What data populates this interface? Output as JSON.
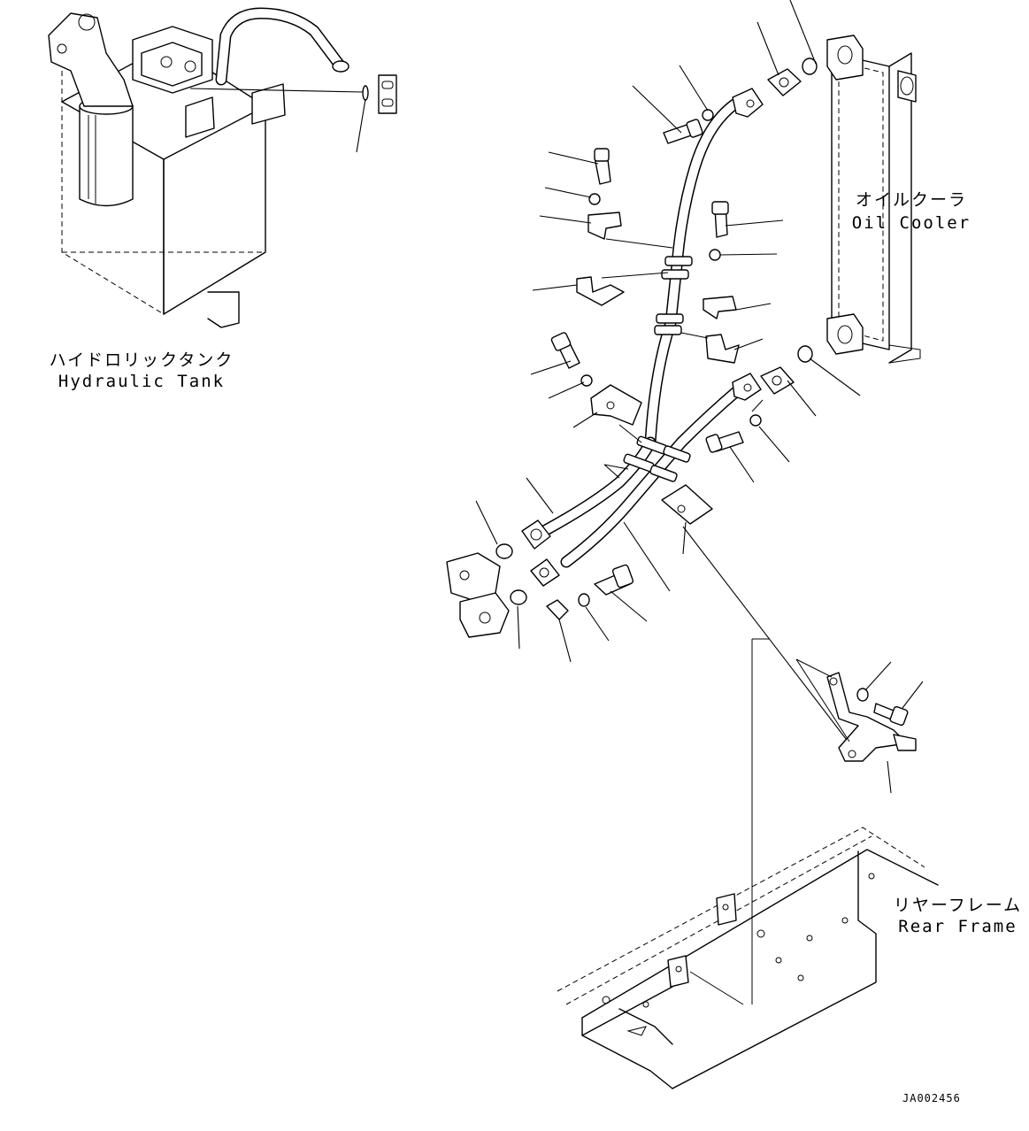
{
  "labels": {
    "hydraulic_tank_jp": "ハイドロリックタンク",
    "hydraulic_tank_en": "Hydraulic Tank",
    "oil_cooler_jp": "オイルクーラ",
    "oil_cooler_en": "Oil Cooler",
    "rear_frame_jp": "リヤーフレーム",
    "rear_frame_en": "Rear Frame"
  },
  "drawing_ref": "JA002456"
}
